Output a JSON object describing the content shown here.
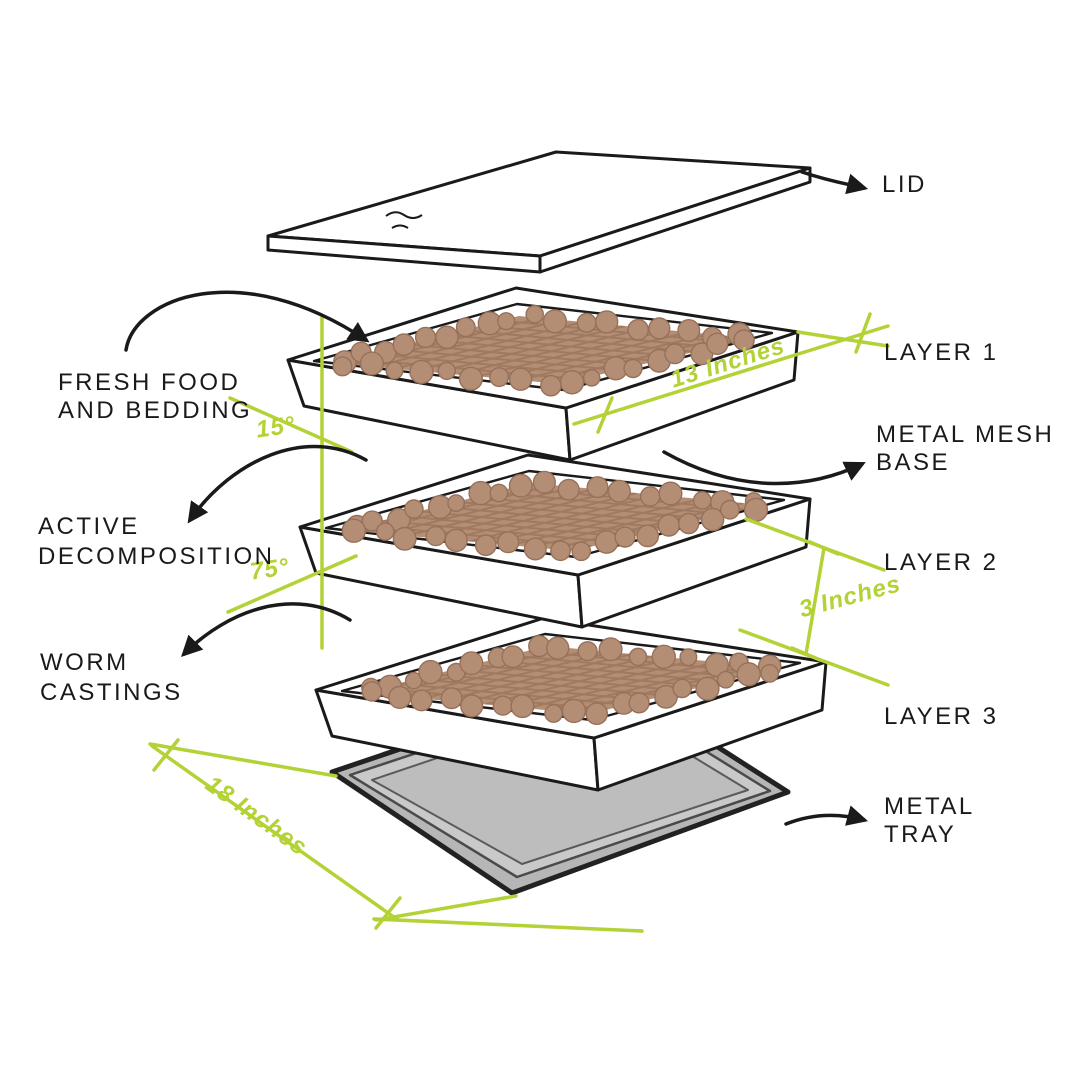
{
  "labels": {
    "lid": "LID",
    "layer1": "LAYER 1",
    "layer2": "LAYER 2",
    "layer3": "LAYER 3",
    "metal_mesh_line1": "METAL MESH",
    "metal_mesh_line2": "BASE",
    "metal_tray_line1": "METAL",
    "metal_tray_line2": "TRAY",
    "fresh_food_line1": "FRESH FOOD",
    "fresh_food_line2": "AND BEDDING",
    "active_line1": "ACTIVE",
    "active_line2": "DECOMPOSITION",
    "worm_line1": "WORM",
    "worm_line2": "CASTINGS"
  },
  "dimensions": {
    "top_angle": "15°",
    "side_angle": "75°",
    "top_width": "13 Inches",
    "layer_gap": "3 Inches",
    "base_width": "18 Inches"
  },
  "colors": {
    "ink": "#1a1a1a",
    "green": "#b2d235",
    "soil": "#b48e74",
    "soil_grid": "#8f6b52",
    "soil_edge": "#97705a",
    "tray_gray": "#b6b6b6"
  }
}
